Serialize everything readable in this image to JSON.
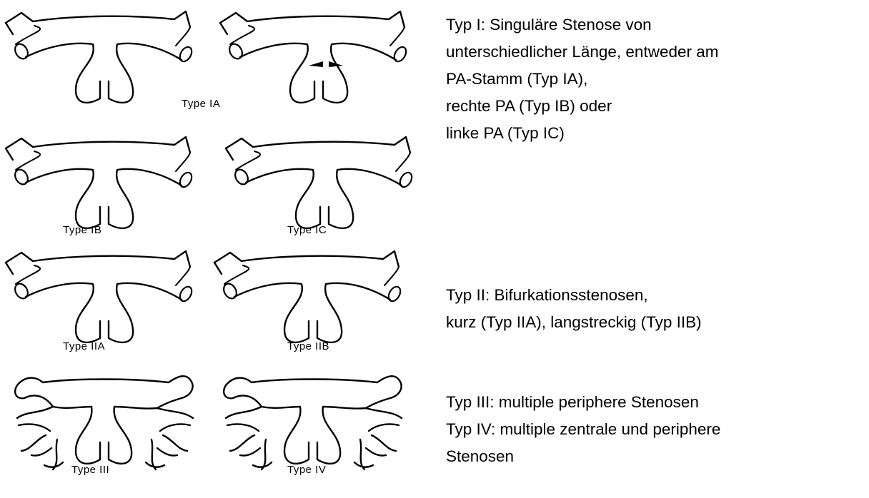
{
  "figure": {
    "captions": {
      "ia": "Type IA",
      "ib": "Type IB",
      "ic": "Type IC",
      "iia": "Type IIA",
      "iib": "Type IIB",
      "iii": "Type III",
      "iv": "Type IV"
    }
  },
  "text": {
    "typ1": [
      "Typ I: Singuläre Stenose von",
      "unterschiedlicher Länge, entweder am",
      "PA-Stamm (Typ IA),",
      "rechte PA (Typ IB) oder",
      "linke PA (Typ IC)"
    ],
    "typ2": [
      "Typ II: Bifurkationsstenosen,",
      "kurz (Typ IIA), langstreckig (Typ IIB)"
    ],
    "typ3_4": [
      "Typ III: multiple periphere Stenosen",
      "Typ IV: multiple zentrale und periphere",
      "Stenosen"
    ]
  }
}
